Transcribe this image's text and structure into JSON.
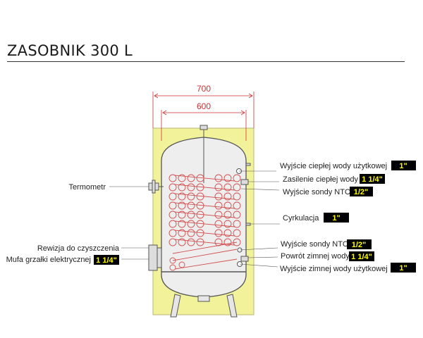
{
  "title": "ZASOBNIK 300 L",
  "dimensions": {
    "outer": "700",
    "inner": "600"
  },
  "left_labels": [
    {
      "id": "termometr",
      "text": "Termometr",
      "size": ""
    },
    {
      "id": "rewizja",
      "text": "Rewizja do czyszczenia",
      "size": ""
    },
    {
      "id": "mufa",
      "text": "Mufa grzałki elektrycznej",
      "size": "1 1/4\""
    }
  ],
  "right_labels": [
    {
      "id": "wyjscie-cieplej",
      "text": "Wyjście ciepłej wody użytkowej",
      "size": "1\""
    },
    {
      "id": "zasilenie-cieplej",
      "text": "Zasilenie ciepłej wody",
      "size": "1 1/4\""
    },
    {
      "id": "sonda-ntc-top",
      "text": "Wyjście sondy NTC",
      "size": "1/2\""
    },
    {
      "id": "cyrkulacja",
      "text": "Cyrkulacja",
      "size": "1\""
    },
    {
      "id": "sonda-ntc-bottom",
      "text": "Wyjście sondy NTC",
      "size": "1/2\""
    },
    {
      "id": "powrot-zimnej",
      "text": "Powrót zimnej wody",
      "size": "1 1/4\""
    },
    {
      "id": "wyjscie-zimnej",
      "text": "Wyjście zimnej wody użytkowej",
      "size": "1\""
    }
  ],
  "colors": {
    "insulation": "#f2f29a",
    "dimension": "#c83232",
    "coil": "#d25050",
    "badge_bg": "#000000",
    "badge_text": "#ffff00"
  }
}
